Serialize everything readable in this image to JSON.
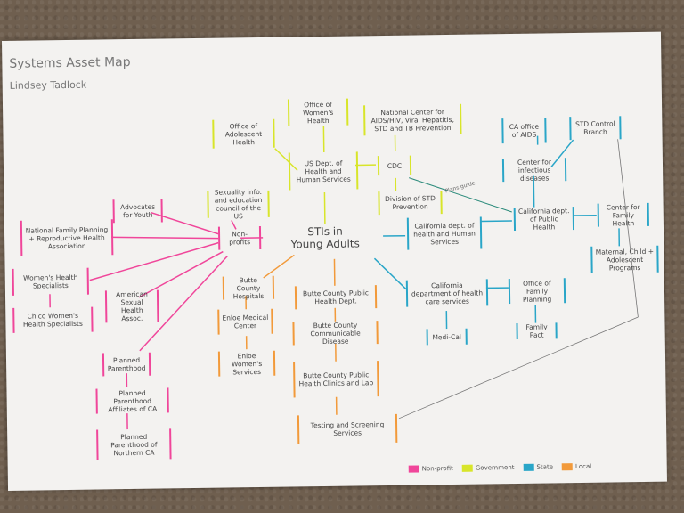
{
  "header": {
    "title": "Systems Asset Map",
    "author": "Lindsey Tadlock"
  },
  "center": {
    "line1": "STIs in",
    "line2": "Young Adults"
  },
  "nodes": {
    "us_dept": "US Dept. of Health and Human Services",
    "office_adolescent": "Office of Adolescent Health",
    "office_womens": "Office of Women's Health",
    "ncaids": "National Center for AIDS/HIV, Viral Hepatitis, STD and TB Prevention",
    "cdc": "CDC",
    "div_std": "Division of STD Prevention",
    "ca_office_aids": "CA office of AIDS",
    "std_control": "STD Control Branch",
    "center_infectious": "Center for infectious diseases",
    "ca_dept_health": "California dept. of health and Human Services",
    "ca_dept_public": "California dept. of Public Health",
    "center_family": "Center for Family Health",
    "maternal": "Maternal, Child + Adolescent Programs",
    "ca_dept_health_care": "California department of health care services",
    "office_family_planning": "Office of Family Planning",
    "medi_cal": "Medi-Cal",
    "family_pact": "Family Pact",
    "non_profits": "Non-profits",
    "sexuality_info": "Sexuality info. and education council of the US",
    "advocates": "Advocates for Youth",
    "natl_family": "National Family Planning + Reproductive Health Association",
    "womens_health": "Women's Health Specialists",
    "chico_womens": "Chico Women's Health Specialists",
    "american_sexual": "American Sexual Health Assoc.",
    "planned_parenthood": "Planned Parenthood",
    "pp_affiliates": "Planned Parenthood Affiliates of CA",
    "pp_northern": "Planned Parenthood of Northern CA",
    "butte_hospitals": "Butte County Hospitals",
    "enloe_medical": "Enloe Medical Center",
    "enloe_womens": "Enloe Women's Services",
    "butte_public": "Butte County Public Health Dept.",
    "butte_communicable": "Butte County Communicable Disease",
    "butte_clinics": "Butte County Public Health Clinics and Lab",
    "testing": "Testing and Screening Services"
  },
  "annotation": "Plans guide",
  "legend": {
    "items": [
      {
        "label": "Non-profit",
        "color": "#f0469a"
      },
      {
        "label": "Government",
        "color": "#d8e52a"
      },
      {
        "label": "State",
        "color": "#2aa6c8"
      },
      {
        "label": "Local",
        "color": "#f29a3a"
      }
    ]
  }
}
